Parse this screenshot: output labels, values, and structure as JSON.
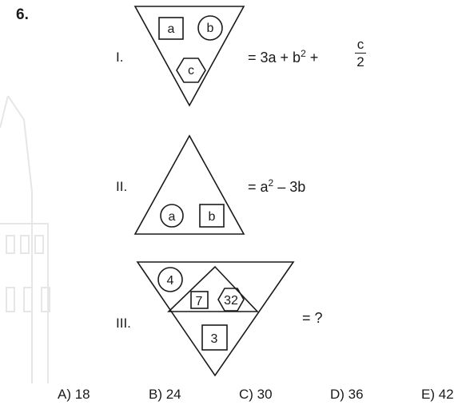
{
  "question": {
    "number": "6.",
    "rows": [
      {
        "roman": "I.",
        "labels": {
          "square": "a",
          "circle": "b",
          "hexagon": "c"
        },
        "rule_prefix": "= 3a + b",
        "rule_exp": "2",
        "rule_plus": "+",
        "frac_num": "c",
        "frac_den": "2"
      },
      {
        "roman": "II.",
        "labels": {
          "circle": "a",
          "square": "b"
        },
        "rule_prefix": "= a",
        "rule_exp": "2",
        "rule_suffix": " – 3b"
      },
      {
        "roman": "III.",
        "labels": {
          "circle": "4",
          "square_small": "7",
          "hexagon": "32",
          "square_big": "3"
        },
        "rule": "= ?"
      }
    ],
    "choices": [
      "A) 18",
      "B) 24",
      "C) 30",
      "D) 36",
      "E) 42"
    ]
  }
}
